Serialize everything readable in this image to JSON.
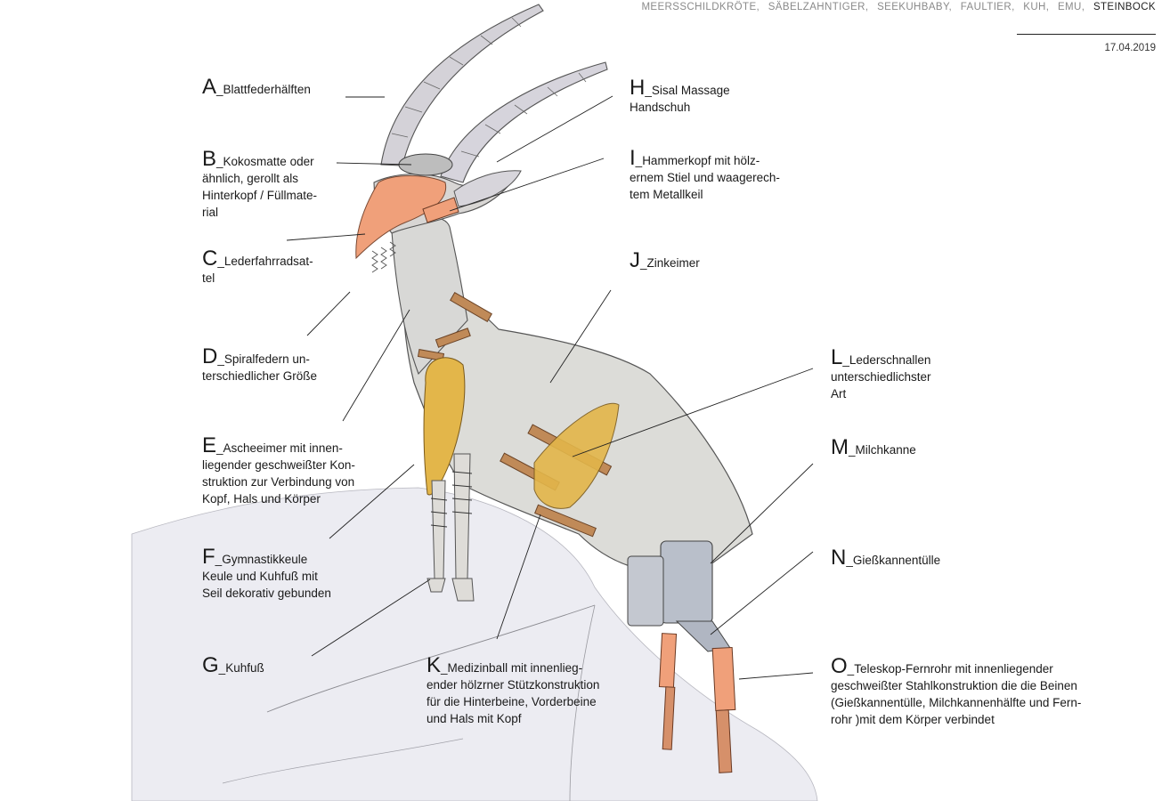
{
  "nav": {
    "items": [
      "MEERSSCHILDKRÖTE,",
      "SÄBELZAHNTIGER,",
      "SEEKUHBABY,",
      "FAULTIER,",
      "KUH,",
      "EMU,",
      "STEINBOCK"
    ],
    "active": "STEINBOCK"
  },
  "date": "17.04.2019",
  "labels": {
    "A": {
      "letter": "A",
      "lines": [
        "Blattfederhälften"
      ]
    },
    "B": {
      "letter": "B",
      "lines": [
        "Kokosmatte oder",
        "ähnlich, gerollt als",
        "Hinterkopf / Füllmate-",
        "rial"
      ]
    },
    "C": {
      "letter": "C",
      "lines": [
        "Lederfahrradsat-",
        "tel"
      ]
    },
    "D": {
      "letter": "D",
      "lines": [
        "Spiralfedern un-",
        "terschiedlicher Größe"
      ]
    },
    "E": {
      "letter": "E",
      "lines": [
        "Ascheeimer mit innen-",
        "liegender geschweißter Kon-",
        "struktion zur Verbindung von",
        "Kopf, Hals und Körper"
      ]
    },
    "F": {
      "letter": "F",
      "lines": [
        "Gymnastikkeule",
        "Keule und Kuhfuß mit",
        "Seil dekorativ gebunden"
      ]
    },
    "G": {
      "letter": "G",
      "lines": [
        "Kuhfuß"
      ]
    },
    "H": {
      "letter": "H",
      "lines": [
        "Sisal Massage",
        "Handschuh"
      ]
    },
    "I": {
      "letter": "I",
      "lines": [
        "Hammerkopf mit hölz-",
        "ernem Stiel und waagerech-",
        "tem Metallkeil"
      ]
    },
    "J": {
      "letter": "J",
      "lines": [
        "Zinkeimer"
      ]
    },
    "K": {
      "letter": "K",
      "lines": [
        "Medizinball mit innenlieg-",
        "ender hölzrner Stützkonstruktion",
        "für die Hinterbeine, Vorderbeine",
        "und Hals mit Kopf"
      ]
    },
    "L": {
      "letter": "L",
      "lines": [
        "Lederschnallen",
        "unterschiedlichster",
        "Art"
      ]
    },
    "M": {
      "letter": "M",
      "lines": [
        "Milchkanne"
      ]
    },
    "N": {
      "letter": "N",
      "lines": [
        "Gießkannentülle"
      ]
    },
    "O": {
      "letter": "O",
      "lines": [
        "Teleskop-Fernrohr mit innenliegender",
        "geschweißter Stahlkonstruktion die die Beinen",
        "(Gießkannentülle, Milchkannenhälfte und Fern-",
        "rohr )mit dem Körper verbindet"
      ]
    }
  },
  "colors": {
    "body_fill": "#dcdcd8",
    "rock_fill": "#ececf2",
    "horn_fill": "#d4d2d8",
    "leather": "#c08a58",
    "yellow": "#e3b64a",
    "salmon": "#f0a07a",
    "metal": "#b9bfca",
    "leader": "#222222"
  }
}
